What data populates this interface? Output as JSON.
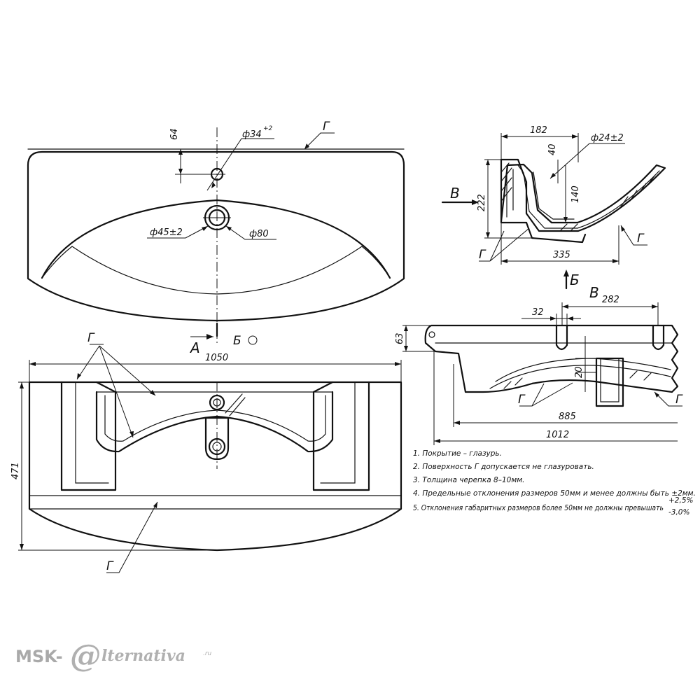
{
  "drawing": {
    "top_view": {
      "dims": {
        "d64": "64",
        "d34": "ф34",
        "d34_tol": "+2",
        "d45": "ф45±2",
        "d80": "ф80"
      },
      "surface_label": "Г",
      "section_a": "А",
      "section_b": "Б"
    },
    "side_section": {
      "dims": {
        "d182": "182",
        "d24": "ф24±2",
        "d40": "40",
        "d140": "140",
        "d222": "222",
        "d335": "335"
      },
      "view_b": "В",
      "section_b": "Б",
      "surface_label_1": "Г",
      "surface_label_2": "Г"
    },
    "front_view": {
      "dims": {
        "d1050": "1050",
        "d471": "471"
      },
      "surface_label_top": "Г",
      "surface_label_bottom": "Г"
    },
    "view_b": {
      "title": "В",
      "dims": {
        "d282": "282",
        "d32": "32",
        "d63": "63",
        "d20": "20",
        "d885": "885",
        "d1012": "1012"
      },
      "surface_label_1": "Г",
      "surface_label_2": "Г"
    },
    "notes": [
      "1. Покрытие – глазурь.",
      "2. Поверхность Г допускается не глазуровать.",
      "3. Толщина черепка 8–10мм.",
      "4. Предельные отклонения размеров 50мм и менее должны быть ±2мм.",
      "5. Отклонения габаритных размеров более 50мм не должны превышать"
    ],
    "tolerance_plus": "+2,5%",
    "tolerance_minus": "-3,0%"
  },
  "watermark": {
    "prefix": "MSK-",
    "logo_letter": "@",
    "name": "lternativa",
    "suffix": ".ru"
  }
}
